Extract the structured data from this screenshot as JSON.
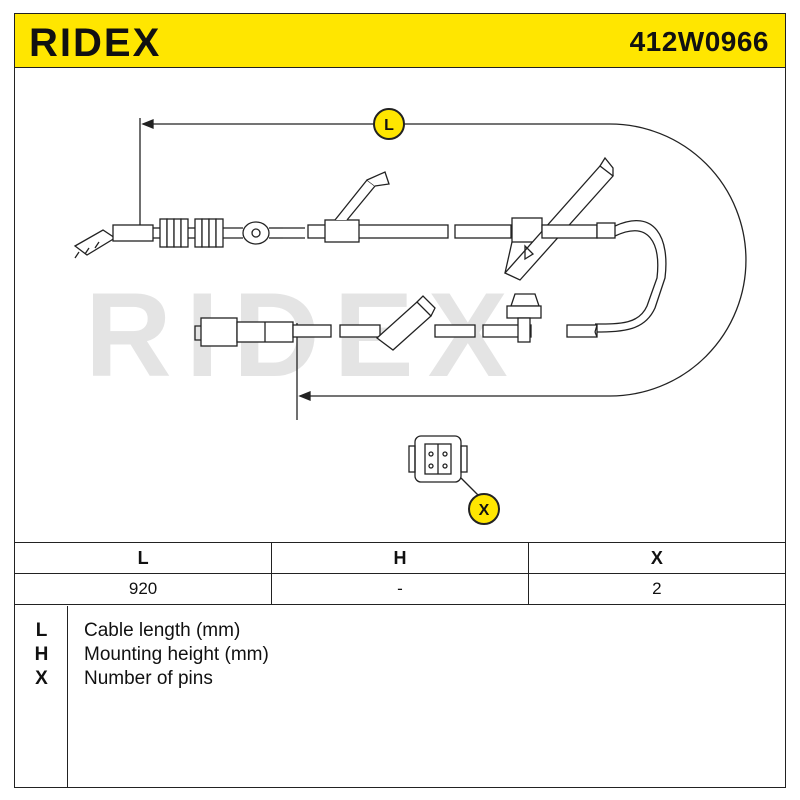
{
  "header": {
    "brand": "RIDEX",
    "part_number": "412W0966",
    "color": "#ffe600"
  },
  "drawing": {
    "watermark": "RIDEX",
    "watermark_color": "#e4e4e4",
    "callout_length": "L",
    "callout_pins": "X",
    "callout_color": "#ffe600"
  },
  "table": {
    "headers": [
      "L",
      "H",
      "X"
    ],
    "values": [
      "920",
      "-",
      "2"
    ]
  },
  "legend": [
    {
      "key": "L",
      "text": "Cable length (mm)"
    },
    {
      "key": "H",
      "text": "Mounting height (mm)"
    },
    {
      "key": "X",
      "text": "Number of pins"
    }
  ]
}
